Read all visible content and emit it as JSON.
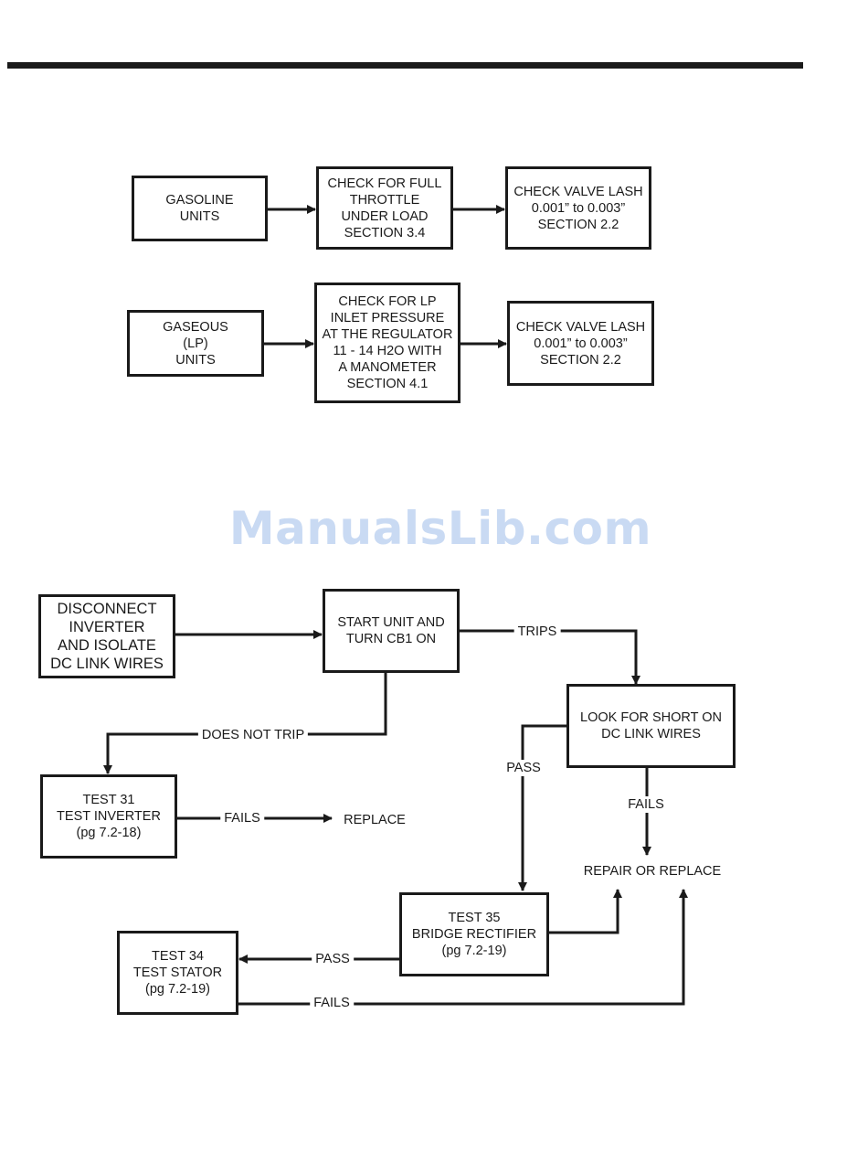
{
  "watermark": "ManualsLib.com",
  "top_section": {
    "gasoline_units": "GASOLINE\nUNITS",
    "check_full_throttle": "CHECK FOR FULL\nTHROTTLE\nUNDER LOAD\nSECTION 3.4",
    "check_valve_lash_1": "CHECK VALVE LASH\n0.001” to 0.003”\nSECTION 2.2",
    "gaseous_units": "GASEOUS\n(LP)\nUNITS",
    "check_lp_pressure": "CHECK FOR LP\nINLET PRESSURE\nAT THE REGULATOR\n11 - 14 H2O WITH\nA MANOMETER\nSECTION 4.1",
    "check_valve_lash_2": "CHECK VALVE LASH\n0.001” to 0.003”\nSECTION 2.2"
  },
  "bottom_section": {
    "disconnect_inverter": "DISCONNECT\nINVERTER\nAND ISOLATE\nDC LINK WIRES",
    "start_unit": "START UNIT AND\nTURN CB1 ON",
    "trips": "TRIPS",
    "look_for_short": "LOOK FOR SHORT ON\nDC LINK WIRES",
    "does_not_trip": "DOES NOT TRIP",
    "test_31": "TEST 31\nTEST INVERTER\n(pg 7.2-18)",
    "fails_1": "FAILS",
    "replace": "REPLACE",
    "pass_1": "PASS",
    "fails_2": "FAILS",
    "repair_or_replace": "REPAIR OR REPLACE",
    "test_35": "TEST 35\nBRIDGE RECTIFIER\n(pg 7.2-19)",
    "pass_2": "PASS",
    "test_34": "TEST 34\nTEST STATOR\n(pg 7.2-19)",
    "fails_3": "FAILS"
  }
}
